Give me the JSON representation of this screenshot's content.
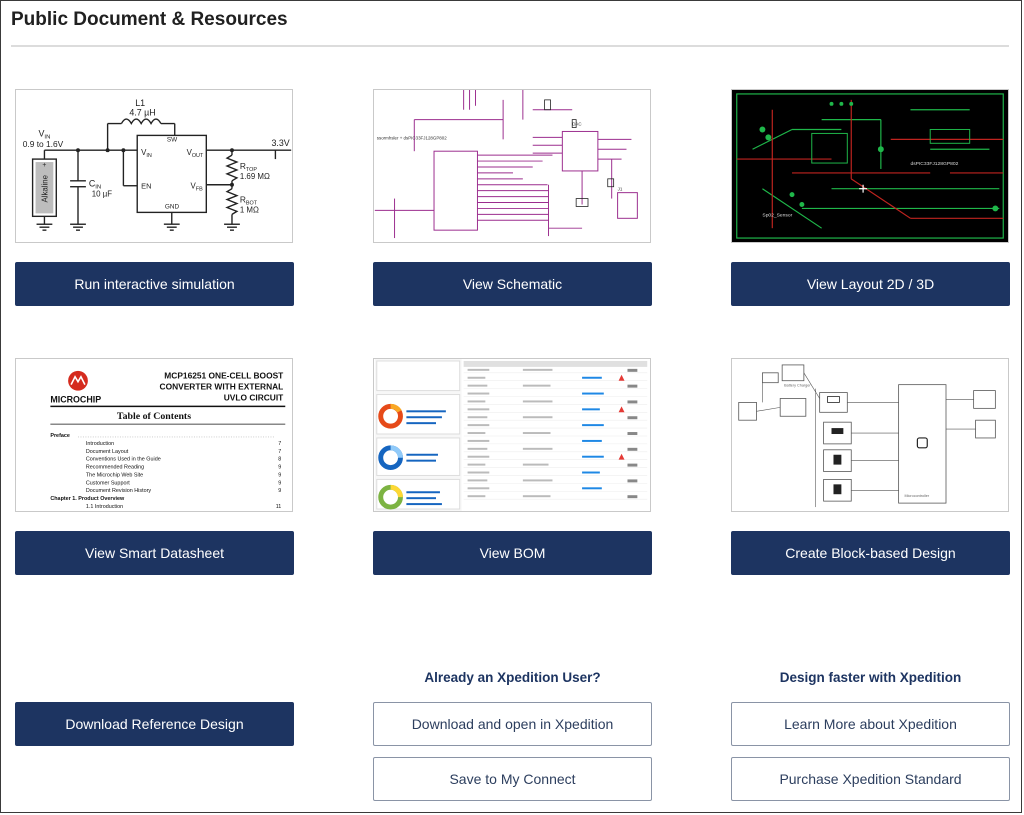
{
  "page": {
    "title": "Public Document & Resources"
  },
  "thumbnails": {
    "simulation": {
      "l1": "L1",
      "l1_value": "4.7 µH",
      "vin": "V",
      "vin_sub": "IN",
      "vin_range": "0.9 to 1.6V",
      "vout": "3.3V",
      "battery": "Alkaline",
      "cin": "C",
      "cin_sub": "IN",
      "cin_value": "10 µF",
      "pin_sw": "SW",
      "pin_vin": "V",
      "pin_vin_sub": "IN",
      "pin_en": "EN",
      "pin_gnd": "GND",
      "pin_vout": "V",
      "pin_vout_sub": "OUT",
      "pin_vfb": "V",
      "pin_vfb_sub": "FB",
      "rtop": "R",
      "rtop_sub": "TOP",
      "rtop_value": "1.69 MΩ",
      "rbot": "R",
      "rbot_sub": "BOT",
      "rbot_value": "1 MΩ"
    },
    "datasheet": {
      "brand": "MICROCHIP",
      "doc_title_1": "MCP16251 ONE-CELL BOOST",
      "doc_title_2": "CONVERTER WITH EXTERNAL",
      "doc_title_3": "UVLO CIRCUIT",
      "toc_heading": "Table of Contents",
      "preface": "Preface",
      "toc_items": [
        {
          "text": "Introduction",
          "page": "7"
        },
        {
          "text": "Document Layout",
          "page": "7"
        },
        {
          "text": "Conventions Used in the Guide",
          "page": "8"
        },
        {
          "text": "Recommended Reading",
          "page": "9"
        },
        {
          "text": "The Microchip Web Site",
          "page": "9"
        },
        {
          "text": "Customer Support",
          "page": "9"
        },
        {
          "text": "Document Revision History",
          "page": "9"
        }
      ],
      "chapter": "Chapter 1. Product Overview",
      "chapter_item": {
        "text": "1.1 Introduction",
        "page": "11"
      }
    }
  },
  "buttons": {
    "run_simulation": "Run interactive simulation",
    "view_schematic": "View Schematic",
    "view_layout": "View Layout 2D / 3D",
    "view_datasheet": "View Smart Datasheet",
    "view_bom": "View BOM",
    "create_block": "Create Block-based Design",
    "download_reference": "Download Reference Design",
    "download_open_xpedition": "Download and open in Xpedition",
    "save_connect": "Save to My Connect",
    "learn_more": "Learn More about Xpedition",
    "purchase": "Purchase Xpedition Standard"
  },
  "headings": {
    "already_user": "Already an Xpedition User?",
    "design_faster": "Design faster with Xpedition"
  },
  "colors": {
    "primary": "#1d3461",
    "outline": "#8a94a6",
    "schematic_magenta": "#9b2d8e",
    "pcb_green": "#1fb74a",
    "pcb_red": "#c0241f"
  }
}
